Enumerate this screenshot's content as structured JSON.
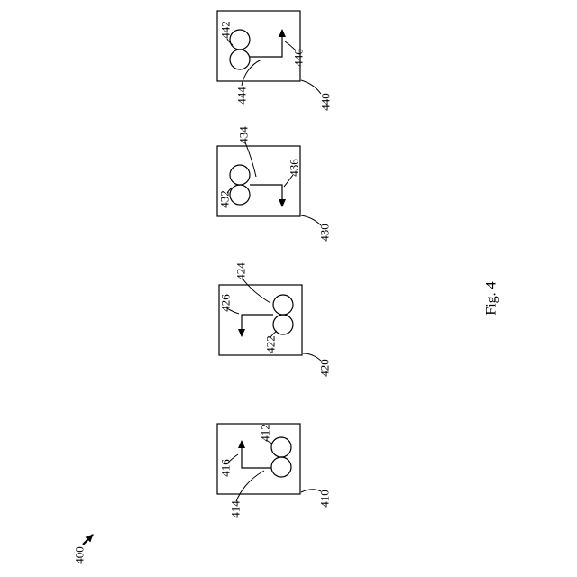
{
  "figure": {
    "caption": "Fig. 4",
    "overall_ref": "400"
  },
  "stages": [
    {
      "box_ref": "440",
      "top_circle_ref": "442",
      "bottom_circle_ref": "444",
      "arrow_ref": "446"
    },
    {
      "box_ref": "430",
      "top_circle_ref": "434",
      "bottom_circle_ref": "432",
      "arrow_ref": "436"
    },
    {
      "box_ref": "420",
      "top_circle_ref": "424",
      "bottom_circle_ref": "422",
      "arrow_ref": "426"
    },
    {
      "box_ref": "410",
      "top_circle_ref": "412",
      "bottom_circle_ref": "414",
      "arrow_ref": "416"
    }
  ],
  "colors": {
    "ink": "#000000",
    "paper": "#ffffff"
  }
}
